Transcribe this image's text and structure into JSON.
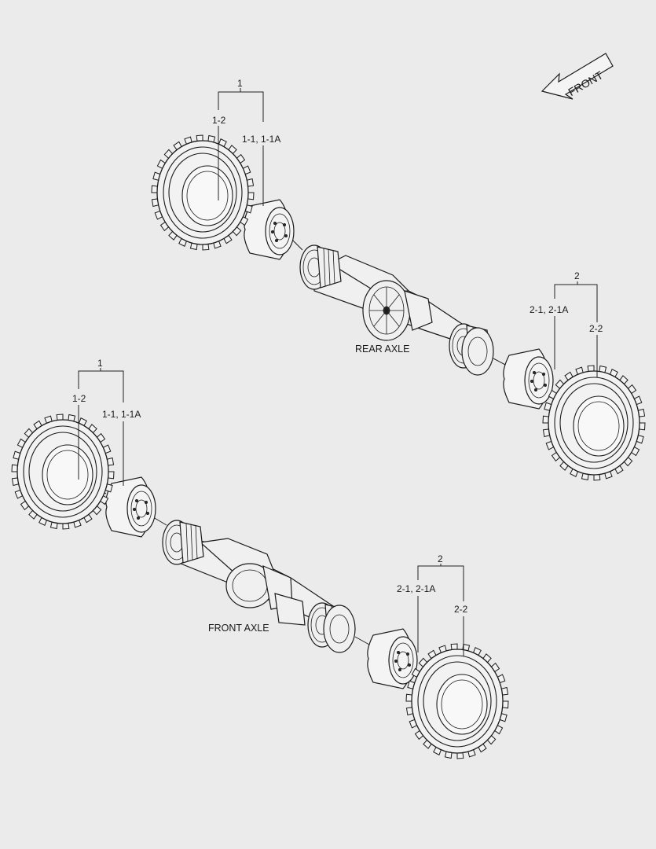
{
  "front_arrow": {
    "label": "FRONT",
    "icon": "front-arrow-icon"
  },
  "rear_axle": {
    "title": "REAR AXLE",
    "left_group": {
      "group": "1",
      "tire": "1-2",
      "wheel": "1-1, 1-1A"
    },
    "right_group": {
      "group": "2",
      "wheel": "2-1, 2-1A",
      "tire": "2-2"
    }
  },
  "front_axle": {
    "title": "FRONT AXLE",
    "left_group": {
      "group": "1",
      "tire": "1-2",
      "wheel": "1-1, 1-1A"
    },
    "right_group": {
      "group": "2",
      "wheel": "2-1, 2-1A",
      "tire": "2-2"
    }
  }
}
